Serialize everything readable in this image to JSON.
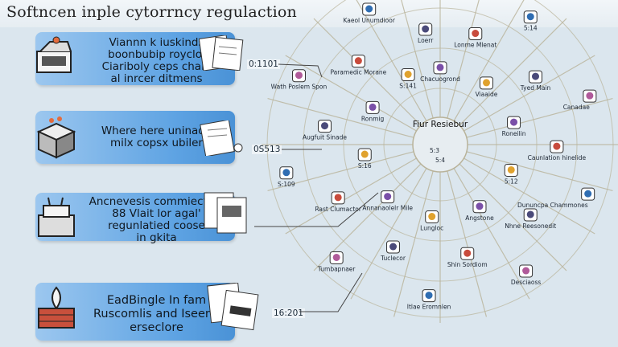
{
  "title": "Softncen inple cytorrncy regulaction",
  "panels": [
    {
      "text": "Viannn k iuskinds\nboonbubip roycloi\nCiariboly ceps chain\nal inrcer ditmens",
      "time": "0:1101"
    },
    {
      "text": "Where here uninade\nmilx copsx ubiler",
      "time": "0S513"
    },
    {
      "text": "Ancnevesis commiection\n88 Vlait lor agal'\nregunlatied coose\nin gkita",
      "time": ""
    },
    {
      "text": "EadBingle In fam\nRuscomlis and Iseene\nerseclore",
      "time": "16:201"
    }
  ],
  "hub": {
    "label": "Fiur Resiebur",
    "sub_labels": [
      "5:3",
      "5:4"
    ]
  },
  "nodes": [
    {
      "label": "Chacuogrond",
      "icon": "badge-icon"
    },
    {
      "label": "Lonme Mlenat",
      "icon": "badge-icon"
    },
    {
      "label": "5:14",
      "icon": "badge-icon"
    },
    {
      "label": "Viaaide",
      "icon": "badge-icon"
    },
    {
      "label": "Tyed Main",
      "icon": "badge-icon"
    },
    {
      "label": "Canadae",
      "icon": "badge-icon"
    },
    {
      "label": "Roneilin",
      "icon": "badge-icon"
    },
    {
      "label": "Caunlation hinelide",
      "icon": "badge-icon"
    },
    {
      "label": "Dununcpa Chammones",
      "icon": "badge-icon"
    },
    {
      "label": "5:12",
      "icon": "badge-icon"
    },
    {
      "label": "Nhne Reesonedit",
      "icon": "badge-icon"
    },
    {
      "label": "Desciaoss",
      "icon": "badge-icon"
    },
    {
      "label": "Angstone",
      "icon": "badge-icon"
    },
    {
      "label": "Shin Sordiom",
      "icon": "badge-icon"
    },
    {
      "label": "Itlae Eromnlen",
      "icon": "badge-icon"
    },
    {
      "label": "Lungloc",
      "icon": "badge-icon"
    },
    {
      "label": "Tuclecor",
      "icon": "badge-icon"
    },
    {
      "label": "Tumbapnaer",
      "icon": "badge-icon"
    },
    {
      "label": "Annanaolelr Mile",
      "icon": "badge-icon"
    },
    {
      "label": "Rast Clumactor",
      "icon": "badge-icon"
    },
    {
      "label": "S:109",
      "icon": "badge-icon"
    },
    {
      "label": "S:16",
      "icon": "badge-icon"
    },
    {
      "label": "Augfuit Sinade",
      "icon": "badge-icon"
    },
    {
      "label": "Wath Poslem Spon",
      "icon": "badge-icon"
    },
    {
      "label": "Ronmig",
      "icon": "badge-icon"
    },
    {
      "label": "Paramedic Morane",
      "icon": "badge-icon"
    },
    {
      "label": "Kaeol Unumdioor",
      "icon": "badge-icon"
    },
    {
      "label": "S:141",
      "icon": "badge-icon"
    },
    {
      "label": "Loerr",
      "icon": "badge-icon"
    }
  ],
  "colors": {
    "panel_blue": "#5ea3e3",
    "badge_fill": "#7a4fa8",
    "line": "#b9b39a"
  }
}
